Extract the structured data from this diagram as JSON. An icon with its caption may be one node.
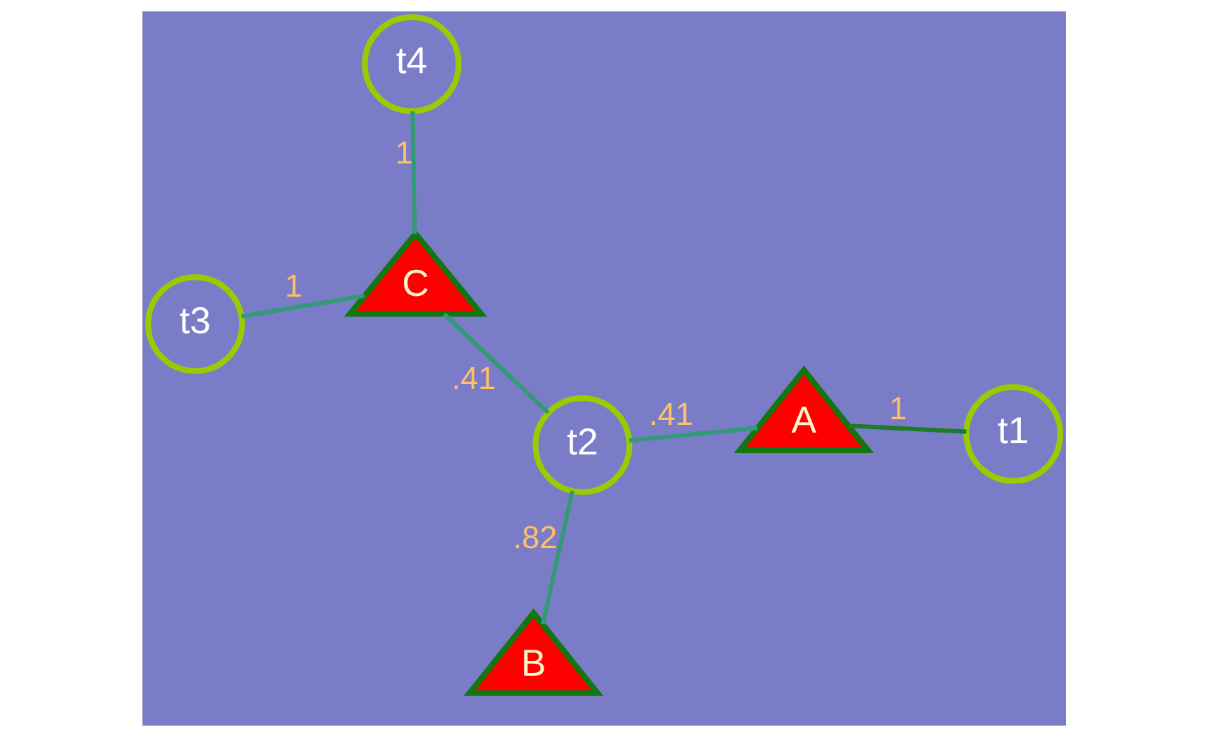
{
  "diagram": {
    "nodes": [
      {
        "text": [
          "B"
        ]
      },
      {
        "text": [
          "t1"
        ]
      },
      {
        "text": [
          "t2"
        ]
      },
      {
        "text": [
          "t4"
        ]
      },
      {
        "text": [
          "A"
        ]
      },
      {
        "text": [
          "C"
        ]
      },
      {
        "text": [
          "t3"
        ]
      }
    ],
    "edges": [
      {
        "from": 1,
        "to": 4,
        "arrow": "none",
        "label": "1",
        "color": "#1f7a2a"
      },
      {
        "from": 4,
        "to": 2,
        "arrow": "none",
        "label": ".41"
      },
      {
        "from": 2,
        "to": 0,
        "arrow": "none",
        "label": ".82"
      },
      {
        "from": 2,
        "to": 5,
        "arrow": "none",
        "label": ".41"
      },
      {
        "from": 5,
        "to": 3,
        "arrow": "none",
        "label": "1"
      },
      {
        "from": 5,
        "to": 6,
        "arrow": "none",
        "label": "1"
      }
    ]
  }
}
